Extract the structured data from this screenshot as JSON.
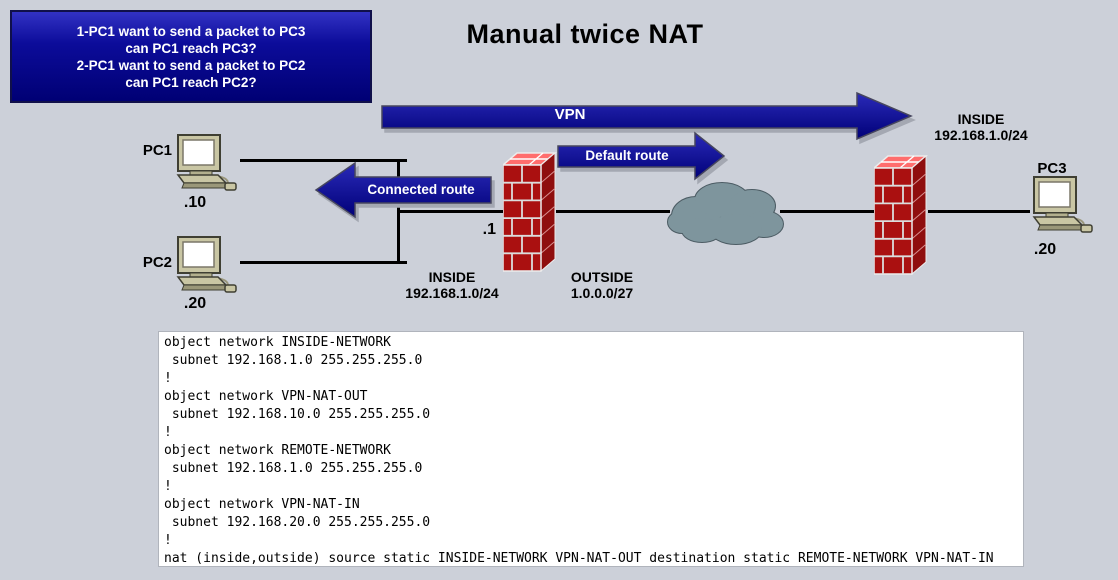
{
  "title": "Manual twice NAT",
  "question_box": {
    "text": "1-PC1 want to send a packet to PC3\ncan PC1 reach PC3?\n2-PC1 want to send a packet to PC2\ncan PC1 reach PC2?"
  },
  "arrows": {
    "vpn_label": "VPN",
    "default_route_label": "Default route",
    "connected_route_label": "Connected route"
  },
  "nodes": {
    "pc1": {
      "name": "PC1",
      "host": ".10"
    },
    "pc2": {
      "name": "PC2",
      "host": ".20"
    },
    "pc3": {
      "name": "PC3",
      "host": ".20"
    },
    "firewall1_inside_ip": ".1"
  },
  "networks": {
    "inside_left": {
      "name": "INSIDE",
      "subnet": "192.168.1.0/24"
    },
    "outside": {
      "name": "OUTSIDE",
      "subnet": "1.0.0.0/27"
    },
    "inside_right": {
      "name": "INSIDE",
      "subnet": "192.168.1.0/24"
    }
  },
  "config_block": {
    "code": "object network INSIDE-NETWORK\n subnet 192.168.1.0 255.255.255.0\n!\nobject network VPN-NAT-OUT\n subnet 192.168.10.0 255.255.255.0\n!\nobject network REMOTE-NETWORK\n subnet 192.168.1.0 255.255.255.0\n!\nobject network VPN-NAT-IN\n subnet 192.168.20.0 255.255.255.0\n!\nnat (inside,outside) source static INSIDE-NETWORK VPN-NAT-OUT destination static REMOTE-NETWORK VPN-NAT-IN"
  },
  "icons": {
    "firewall": "brick-firewall",
    "cloud": "wan-cloud",
    "pc": "desktop-pc"
  },
  "colors": {
    "background": "#ccd0d9",
    "arrow_navy": "#16169c",
    "question_box_top": "#3232c4",
    "question_box_bottom": "#000074",
    "firewall_brick": "#aa1010",
    "firewall_top": "#ff6d6d",
    "cloud_fill": "#7e959d",
    "line": "#000000",
    "code_background": "#ffffff"
  }
}
